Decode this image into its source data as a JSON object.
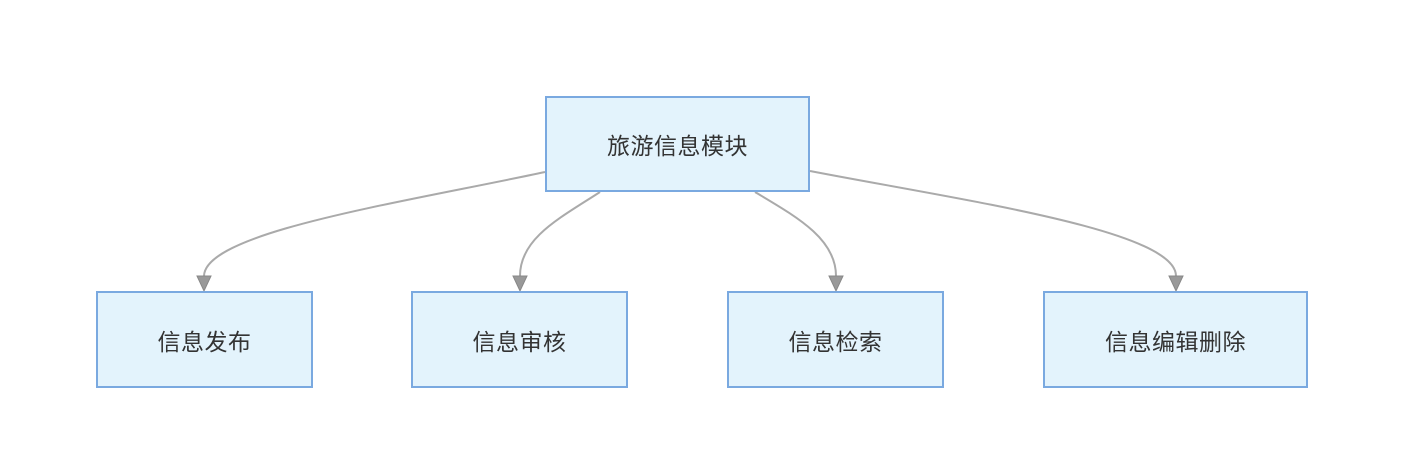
{
  "diagram": {
    "root": {
      "label": "旅游信息模块"
    },
    "children": [
      {
        "label": "信息发布"
      },
      {
        "label": "信息审核"
      },
      {
        "label": "信息检索"
      },
      {
        "label": "信息编辑删除"
      }
    ]
  },
  "colors": {
    "node_fill": "#e3f3fc",
    "node_border": "#7aa9e0",
    "edge": "#aaaaaa",
    "arrowhead": "#999999",
    "text": "#333333"
  }
}
